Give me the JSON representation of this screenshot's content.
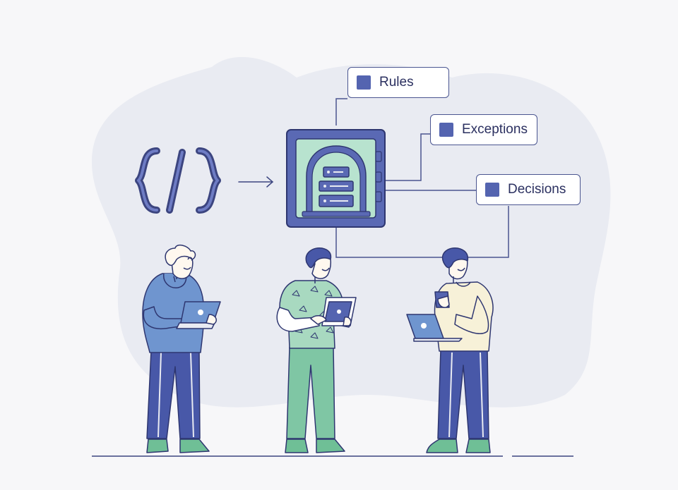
{
  "colors": {
    "background": "#f7f7f9",
    "blob": "#e9ebf2",
    "ink": "#3c4580",
    "accent": "#5464b0",
    "vault_outer": "#5a69b4",
    "vault_inner": "#b8e3cf",
    "hoodie": "#6f95cf",
    "pants_blue": "#4858a8",
    "pants_green": "#7fc6a4",
    "shirt_cream": "#f7f1d8",
    "shoes": "#6fbf96"
  },
  "icons": {
    "code": "code-brackets-icon",
    "arrow": "arrow-right-icon",
    "vault": "vault-icon",
    "server": "server-stack-icon"
  },
  "labels": {
    "rules": "Rules",
    "exceptions": "Exceptions",
    "decisions": "Decisions"
  }
}
